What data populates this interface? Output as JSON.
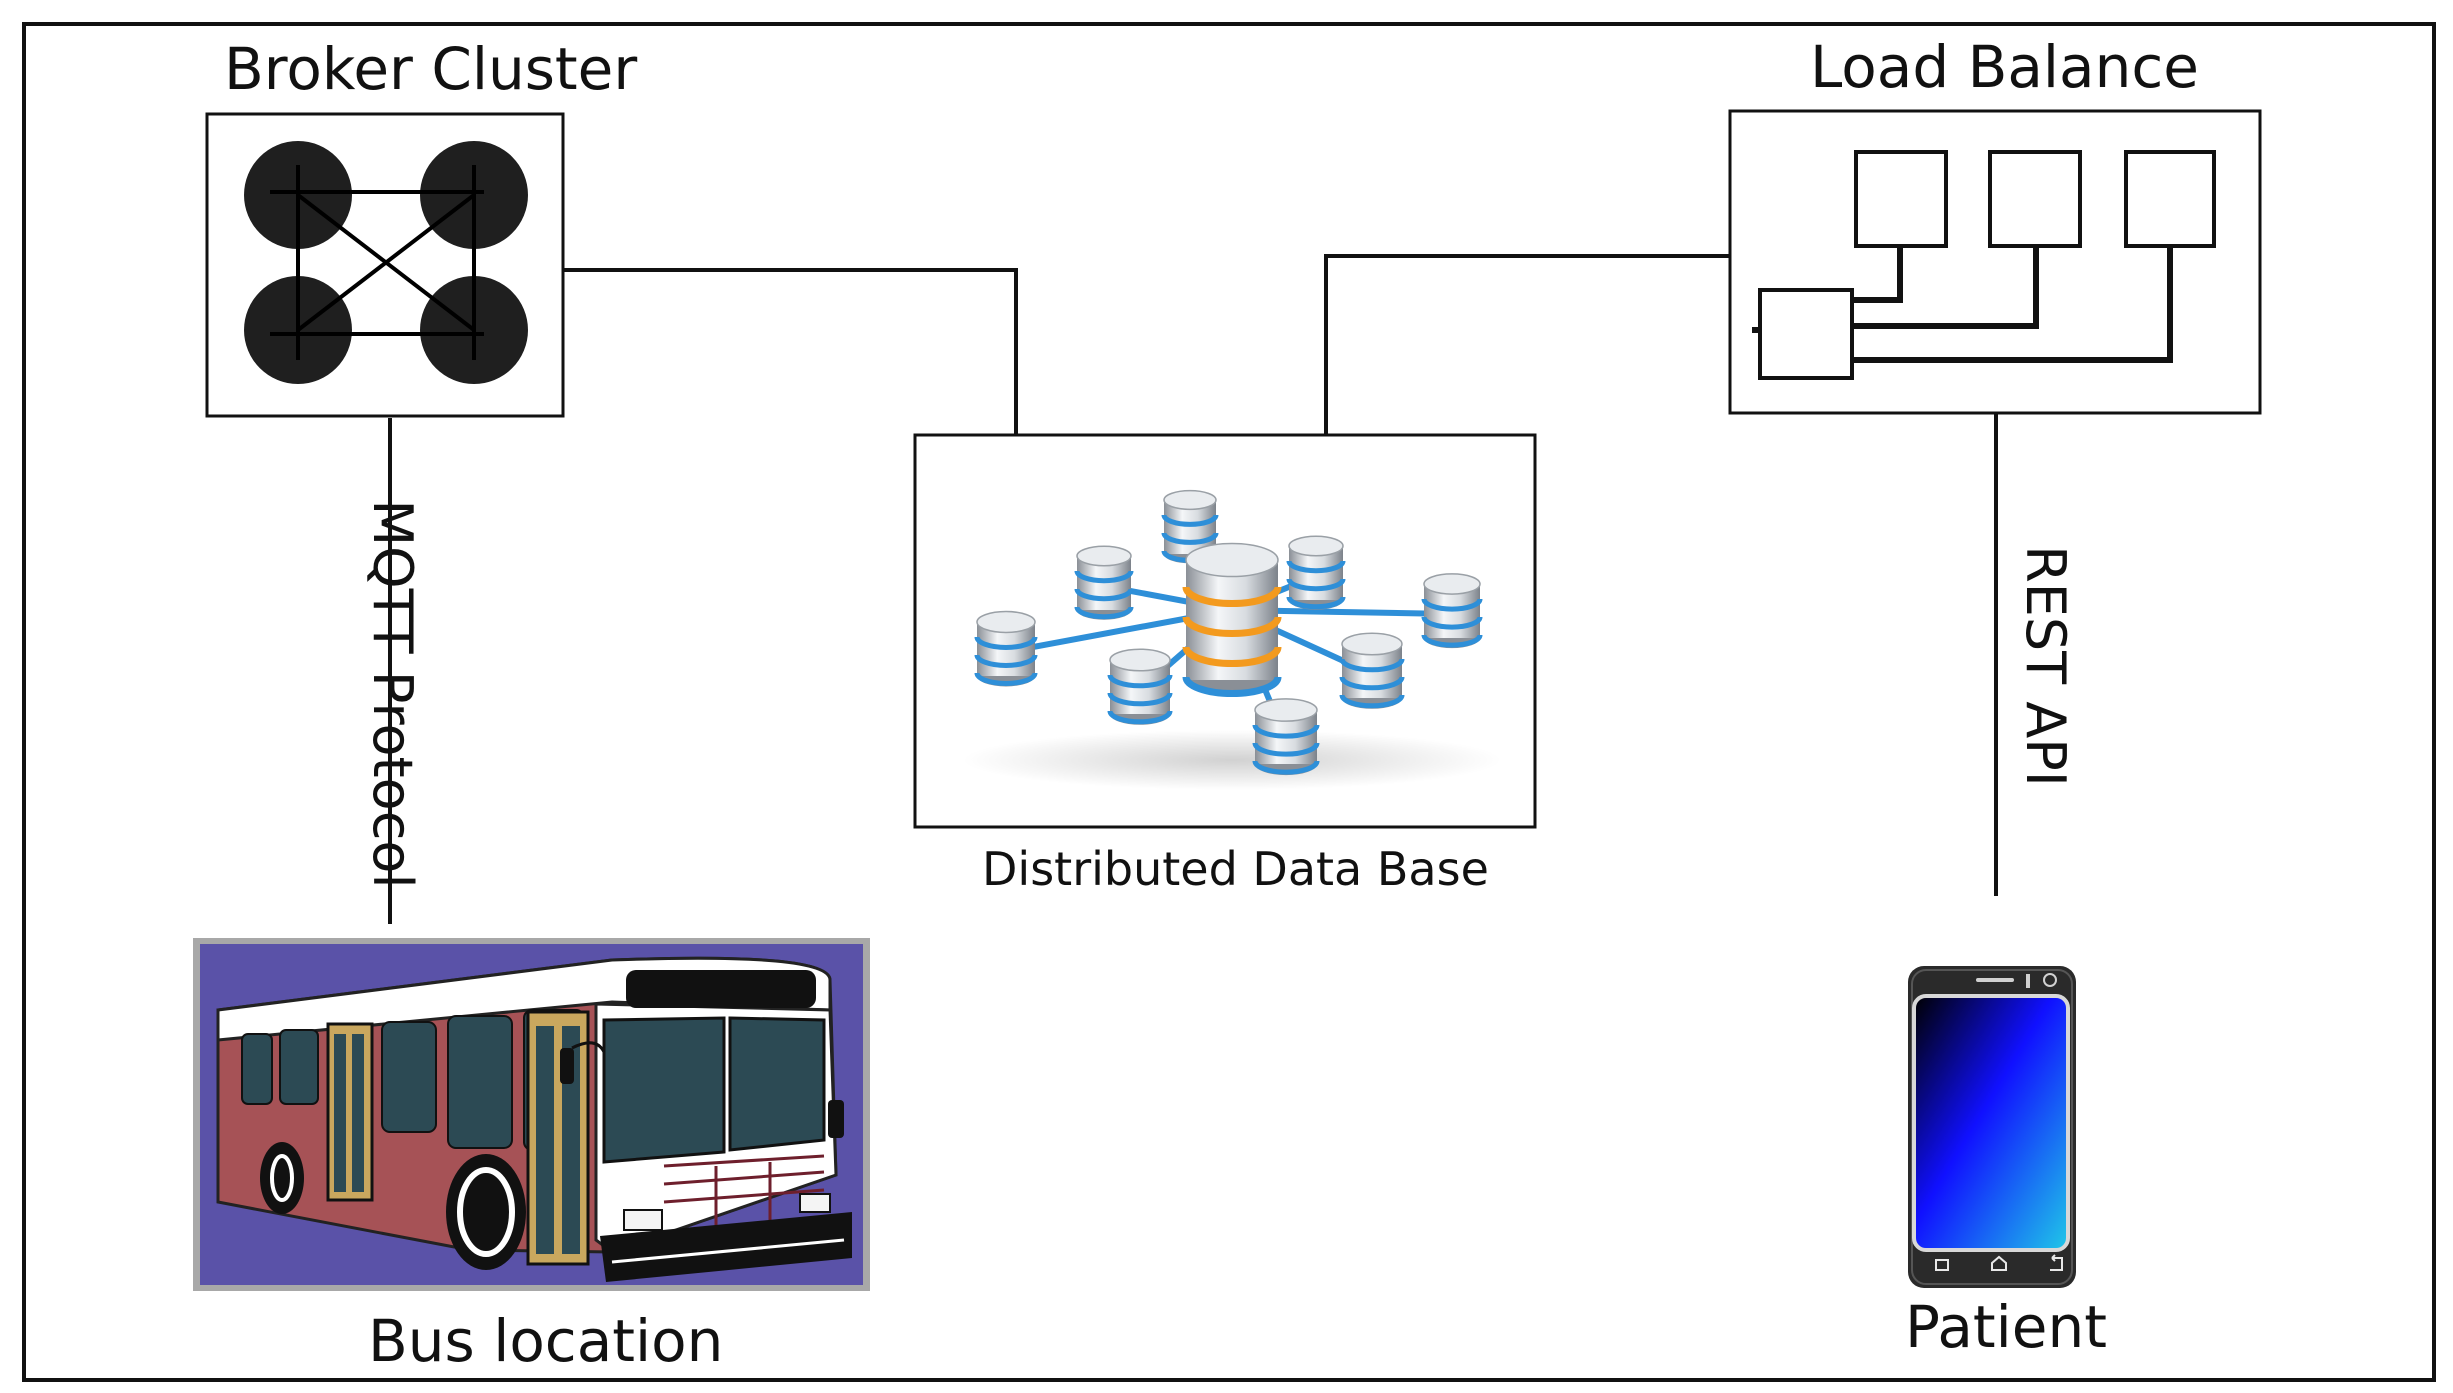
{
  "diagram": {
    "nodes": {
      "broker_cluster": {
        "label": "Broker Cluster"
      },
      "load_balance": {
        "label": "Load Balance"
      },
      "distributed_db": {
        "label": "Distributed Data Base"
      },
      "bus": {
        "label": "Bus location"
      },
      "patient": {
        "label": "Patient"
      }
    },
    "edges": {
      "mqtt": {
        "label": "MQTT Protocol"
      },
      "rest": {
        "label": "REST API"
      }
    }
  },
  "colors": {
    "line": "#111111",
    "bus_background": "#5a52a8",
    "bus_frame": "#a8a8a8",
    "bus_body": "#a65256",
    "bus_window": "#2c4a54",
    "db_blue": "#2e8fd8",
    "db_orange": "#f39a1e",
    "phone_screen_top": "#000000",
    "phone_screen_mid": "#1010ff",
    "phone_screen_bottom": "#20c8e8"
  }
}
